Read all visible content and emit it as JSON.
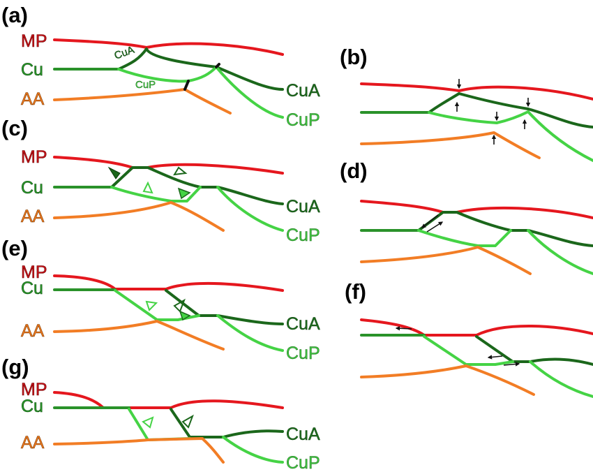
{
  "panels": {
    "a": {
      "label": "(a)",
      "mp": "MP",
      "cu": "Cu",
      "aa": "AA",
      "cua": "CuA",
      "cup": "CuP",
      "cua_inline": "CuA",
      "cup_inline": "CuP"
    },
    "b": {
      "label": "(b)"
    },
    "c": {
      "label": "(c)",
      "mp": "MP",
      "cu": "Cu",
      "aa": "AA",
      "cua": "CuA",
      "cup": "CuP"
    },
    "d": {
      "label": "(d)"
    },
    "e": {
      "label": "(e)",
      "mp": "MP",
      "cu": "Cu",
      "aa": "AA",
      "cua": "CuA",
      "cup": "CuP"
    },
    "f": {
      "label": "(f)"
    },
    "g": {
      "label": "(g)",
      "mp": "MP",
      "cu": "Cu",
      "aa": "AA",
      "cua": "CuA",
      "cup": "CuP"
    }
  },
  "colors": {
    "mp": "#e5171e",
    "cu": "#2a922a",
    "aa": "#f27d25",
    "cua": "#1b671b",
    "cup": "#45d345"
  }
}
